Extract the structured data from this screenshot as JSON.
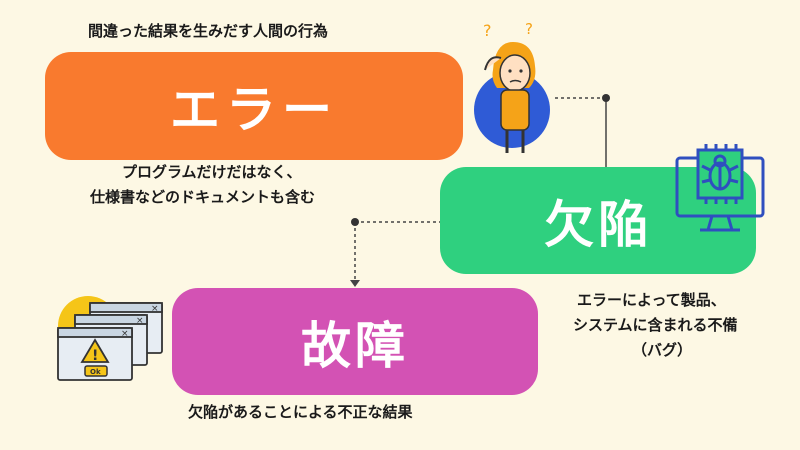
{
  "error": {
    "caption": "間違った結果を生みだす人間の行為",
    "label": "エラー",
    "note_line1": "プログラムだけだはなく、",
    "note_line2": "仕様書などのドキュメントも含む"
  },
  "defect": {
    "label": "欠陥",
    "note_line1": "エラーによって製品、",
    "note_line2": "システムに含まれる不備",
    "note_line3": "（バグ）"
  },
  "failure": {
    "label": "故障",
    "caption": "欠陥があることによる不正な結果"
  },
  "icons": {
    "error": "confused-person-icon",
    "defect": "bug-monitor-icon",
    "failure": "warning-windows-icon"
  },
  "colors": {
    "background": "#fdf8e4",
    "error": "#f97a2e",
    "defect": "#2fd07f",
    "failure": "#d352b4",
    "connector": "#444444",
    "icon_blue": "#2f5bd6",
    "icon_yellow": "#f5c518"
  },
  "icon_text": {
    "question_mark": "?",
    "ok_button": "Ok",
    "close_mark": "×",
    "warning_mark": "!"
  }
}
